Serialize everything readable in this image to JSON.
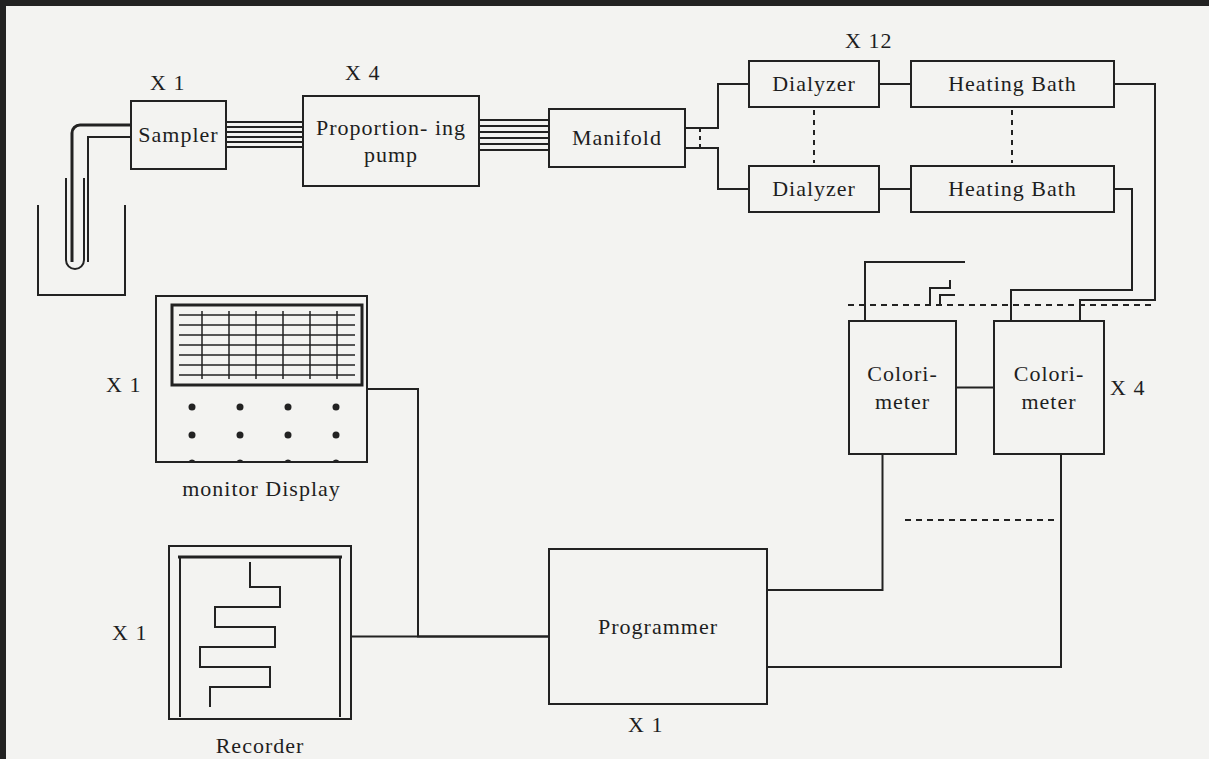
{
  "diagram": {
    "nodes": [
      {
        "text": [
          "Sampler"
        ]
      },
      {
        "text": [
          "Proportion- ing pump"
        ]
      },
      {
        "text": [
          "Manifold"
        ]
      },
      {
        "text": [
          "Dialyzer"
        ]
      },
      {
        "text": [
          "Heating Bath"
        ]
      },
      {
        "text": [
          "Dialyzer"
        ]
      },
      {
        "text": [
          "Heating Bath"
        ]
      },
      {
        "text": [
          "Colori- meter"
        ]
      },
      {
        "text": [
          "Colori- meter"
        ]
      },
      {
        "text": [
          "monitor Display"
        ]
      },
      {
        "text": [
          "Recorder"
        ]
      },
      {
        "text": [
          "Programmer"
        ]
      }
    ],
    "edges": [
      {
        "from": 0,
        "to": 1,
        "arrow": "none"
      },
      {
        "from": 1,
        "to": 2,
        "arrow": "none"
      },
      {
        "from": 2,
        "to": 3,
        "arrow": "none"
      },
      {
        "from": 2,
        "to": 5,
        "arrow": "none"
      },
      {
        "from": 3,
        "to": 4,
        "arrow": "none"
      },
      {
        "from": 5,
        "to": 6,
        "arrow": "none"
      },
      {
        "from": 4,
        "to": 8,
        "arrow": "none"
      },
      {
        "from": 6,
        "to": 8,
        "arrow": "none"
      },
      {
        "from": 7,
        "to": 8,
        "arrow": "none"
      },
      {
        "from": 7,
        "to": 11,
        "arrow": "none"
      },
      {
        "from": 8,
        "to": 11,
        "arrow": "none"
      },
      {
        "from": 11,
        "to": 10,
        "arrow": "none"
      },
      {
        "from": 9,
        "to": 11,
        "arrow": "none"
      }
    ],
    "labels": [
      "X 1",
      "X 4",
      "X 12",
      "X 4",
      "X 1",
      "X 1",
      "X 1"
    ]
  }
}
